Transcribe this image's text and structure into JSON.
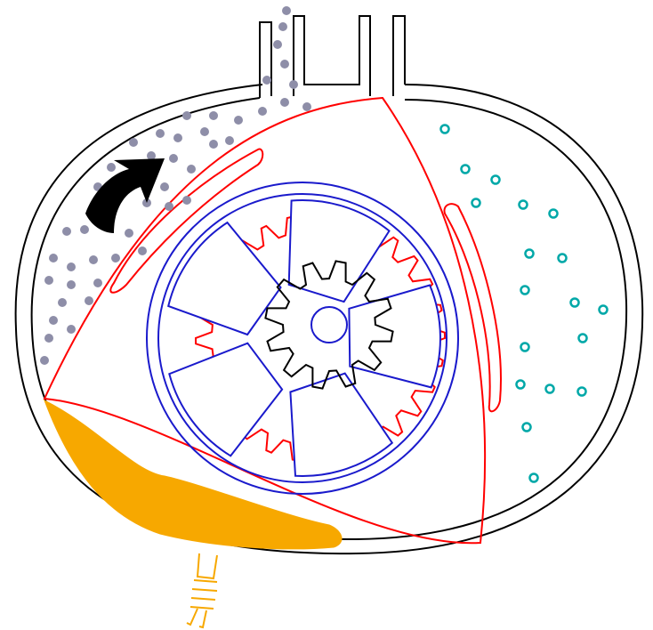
{
  "diagram": {
    "colors": {
      "housing": "#000000",
      "rotor": "#ff0000",
      "disc": "#0000cc",
      "shaft_gear": "#000000",
      "intake_gas": "#8e8ea8",
      "exhaust_gas": "#00a8a8",
      "combustion": "#f7a800",
      "spark_plug": "#f7a800",
      "arrow": "#000000"
    },
    "parts": [
      "housing",
      "intake-port",
      "exhaust-port",
      "rotor",
      "internal-gear",
      "eccentric-disc",
      "output-shaft-gear",
      "spark-plug",
      "intake-charge",
      "exhaust-gas",
      "combustion-flame",
      "rotation-arrow"
    ]
  }
}
